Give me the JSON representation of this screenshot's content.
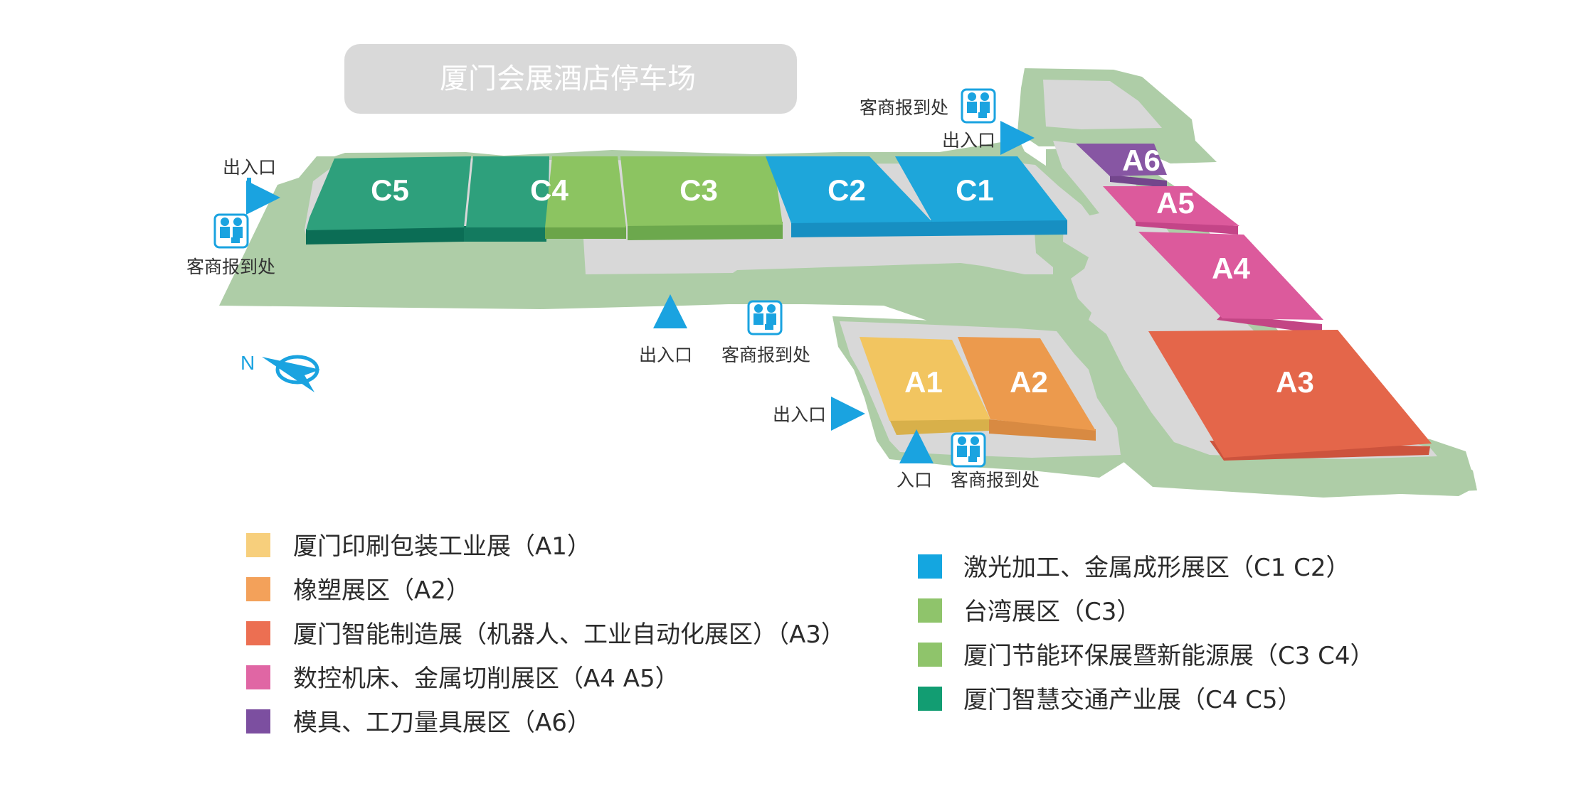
{
  "parking": {
    "label": "厦门会展酒店停车场"
  },
  "compass": {
    "label": "N"
  },
  "colors": {
    "yellow": "#f2c560",
    "orange": "#ec9a4d",
    "red_orange": "#e4664a",
    "pink": "#dc5a9c",
    "purple": "#8756a3",
    "blue": "#1ea6da",
    "light_green": "#8cc461",
    "dark_green": "#2ea07c",
    "site_green": "#a8c9a2",
    "site_gray": "#d7d7d7"
  },
  "halls": {
    "a1": "A1",
    "a2": "A2",
    "a3": "A3",
    "a4": "A4",
    "a5": "A5",
    "a6": "A6",
    "c1": "C1",
    "c2": "C2",
    "c3": "C3",
    "c4": "C4",
    "c5": "C5"
  },
  "labels": {
    "entry_exit": "出入口",
    "entrance": "入口",
    "registration": "客商报到处"
  },
  "legend": {
    "left": [
      {
        "text": "厦门印刷包装工业展（A1）",
        "color": "#f7cf7c"
      },
      {
        "text": "橡塑展区（A2）",
        "color": "#f3a15a"
      },
      {
        "text": "厦门智能制造展（机器人、工业自动化展区）（A3）",
        "color": "#ec6f52"
      },
      {
        "text": "数控机床、金属切削展区（A4  A5）",
        "color": "#e066a4"
      },
      {
        "text": "模具、工刀量具展区（A6）",
        "color": "#7c4fa0"
      }
    ],
    "right": [
      {
        "text": "激光加工、金属成形展区（C1  C2）",
        "color": "#14a6e0"
      },
      {
        "text": "台湾展区（C3）",
        "color": "#8fc46b"
      },
      {
        "text": "厦门节能环保展暨新能源展（C3  C4）",
        "color": "#8fc46b"
      },
      {
        "text": "厦门智慧交通产业展（C4  C5）",
        "color": "#129d72"
      }
    ]
  }
}
